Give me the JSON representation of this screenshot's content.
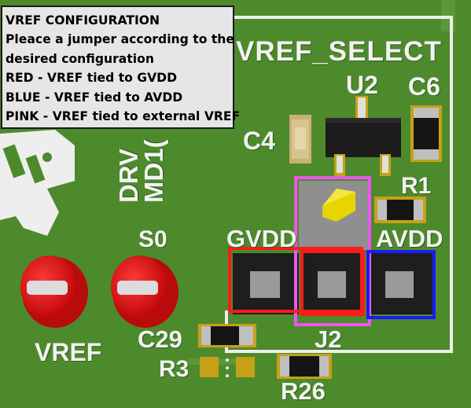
{
  "info_box": {
    "title": "VREF CONFIGURATION",
    "lines": [
      "Pleace a jumper according to the",
      "desired configuration",
      "RED - VREF tied to GVDD",
      "BLUE - VREF tied to AVDD",
      "PINK - VREF tied to external VREF"
    ]
  },
  "silkscreen": {
    "vref_select": "VREF_SELECT",
    "u2": "U2",
    "c6": "C6",
    "c4": "C4",
    "r1": "R1",
    "gvdd": "GVDD",
    "avdd": "AVDD",
    "s0": "S0",
    "vref": "VREF",
    "c29": "C29",
    "r3": "R3",
    "j2": "J2",
    "r26": "R26",
    "drv_line1": "DRV",
    "drv_line2": "MD1("
  },
  "colors": {
    "pcb": "#4d8a2c",
    "red_box": "#ff1a1a",
    "blue_box": "#1a1aff",
    "pink_box": "#ee55ee",
    "test_point": "#e01010"
  }
}
